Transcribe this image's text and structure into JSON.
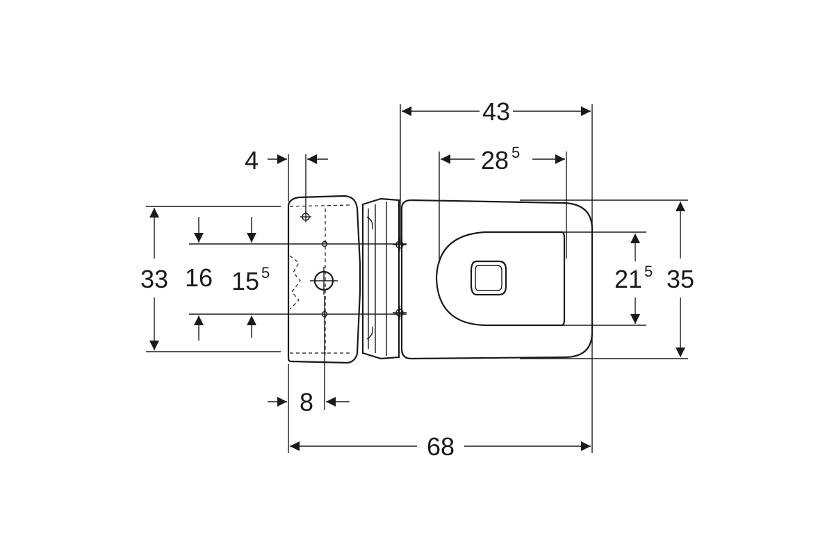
{
  "drawing": {
    "dimensions": {
      "overall_length": {
        "value": "68"
      },
      "pan_length": {
        "value": "43"
      },
      "seat_inner_length": {
        "value": "28",
        "sup": "5"
      },
      "cistern_wall_offset": {
        "value": "4"
      },
      "cistern_depth_outlet": {
        "value": "8"
      },
      "cistern_height": {
        "value": "33"
      },
      "fixing_spacing_16": {
        "value": "16"
      },
      "fixing_spacing_15_5": {
        "value": "15",
        "sup": "5"
      },
      "seat_inner_width": {
        "value": "21",
        "sup": "5"
      },
      "overall_width": {
        "value": "35"
      }
    }
  }
}
